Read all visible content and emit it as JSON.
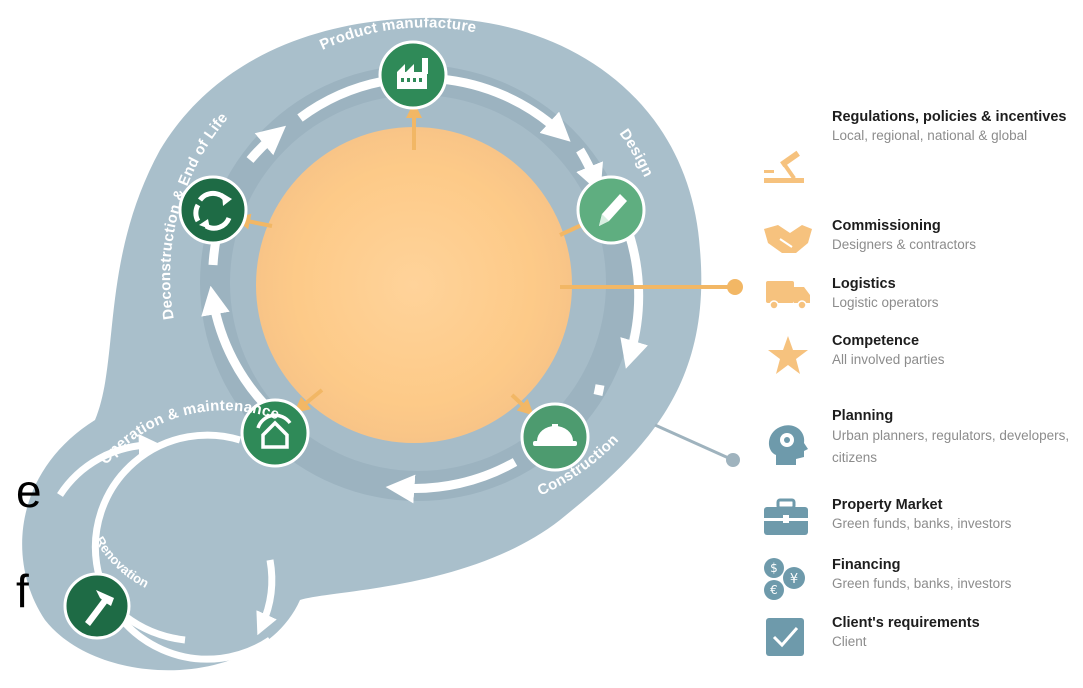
{
  "stages": {
    "product_manufacture": "Product manufacture",
    "design": "Design",
    "construction": "Construction",
    "operation_maintenance": "Operation & maintenance",
    "deconstruction": "Deconstruction & End of Life",
    "renovation": "Renovation"
  },
  "edge_text": {
    "letter_e": "e",
    "letter_f": "f"
  },
  "legend": [
    {
      "title": "Regulations, policies & incentives",
      "subtitle": "Local, regional, national & global",
      "icon": "gavel-icon"
    },
    {
      "title": "Commissioning",
      "subtitle": "Designers & contractors",
      "icon": "handshake-icon"
    },
    {
      "title": "Logistics",
      "subtitle": "Logistic operators",
      "icon": "truck-icon"
    },
    {
      "title": "Competence",
      "subtitle": "All involved parties",
      "icon": "star-icon"
    },
    {
      "title": "Planning",
      "subtitle": "Urban planners, regulators, developers, citizens",
      "icon": "head-gear-icon"
    },
    {
      "title": "Property Market",
      "subtitle": "Green funds, banks, investors",
      "icon": "briefcase-icon"
    },
    {
      "title": "Financing",
      "subtitle": "Green funds, banks, investors",
      "icon": "currency-icon"
    },
    {
      "title": "Client's requirements",
      "subtitle": "Client",
      "icon": "checkbox-icon"
    }
  ],
  "colors": {
    "blob": "#a9bfcb",
    "inner_ring": "#8fa8b6",
    "sun": "#fcc98a",
    "green_dark": "#1e6b45",
    "green_mid": "#2f8a58",
    "green_light": "#5fae80",
    "legend_orange": "#f6c27e",
    "legend_blue": "#6e9aab",
    "connector": "#f2b765",
    "connector_gray": "#9fb3be"
  }
}
